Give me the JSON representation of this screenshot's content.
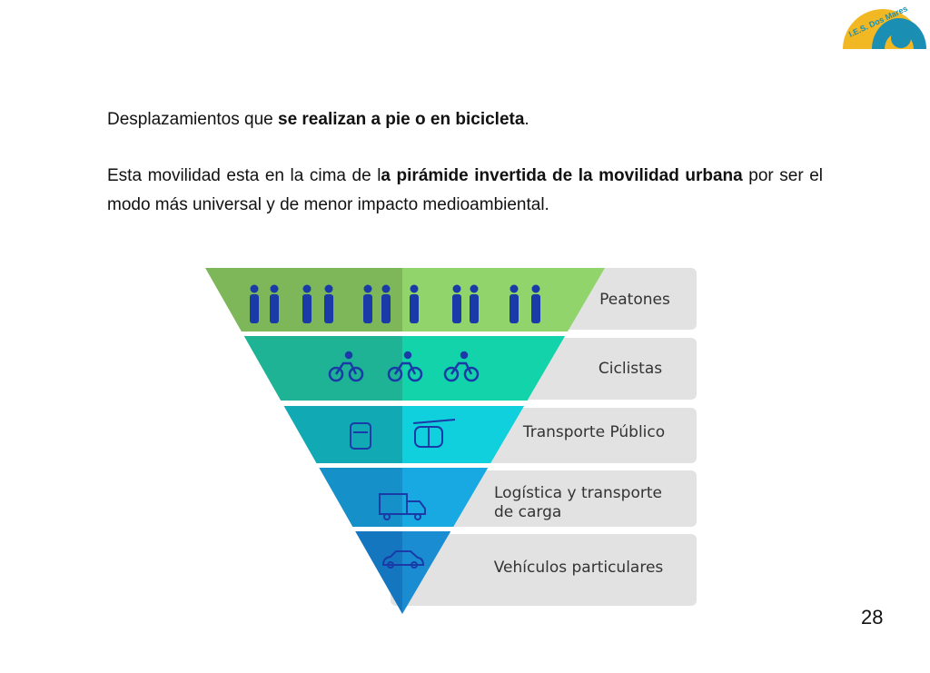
{
  "logo": {
    "text": "I.E.S. Dos Mares"
  },
  "paragraph1": {
    "pre": "Desplazamientos que ",
    "bold": "se realizan a pie o en bicicleta",
    "post": "."
  },
  "paragraph2": {
    "pre": "Esta movilidad esta en la cima de l",
    "bold1": "a pirámide invertida de la movilidad urbana",
    "post": " por ser el modo más universal y de menor impacto medioambiental."
  },
  "pyramid": {
    "levels": [
      {
        "label": "Peatones",
        "icon": "pedestrians-icon",
        "color_left": "#7db75a",
        "color_right": "#90d46b"
      },
      {
        "label": "Ciclistas",
        "icon": "bicycle-icon",
        "color_left": "#1db394",
        "color_right": "#12d3a9"
      },
      {
        "label": "Transporte Público",
        "icon": "bus-icon",
        "color_left": "#10a9b4",
        "color_right": "#0fd0dc"
      },
      {
        "label_line1": "Logística y transporte",
        "label_line2": "de carga",
        "icon": "truck-icon",
        "color_left": "#1690c8",
        "color_right": "#18a9e2"
      },
      {
        "label": "Vehículos particulares",
        "icon": "car-icon",
        "color_left": "#1476bf",
        "color_right": "#1a8cd2"
      }
    ],
    "icon_color": "#1a3aa8"
  },
  "page_number": "28"
}
